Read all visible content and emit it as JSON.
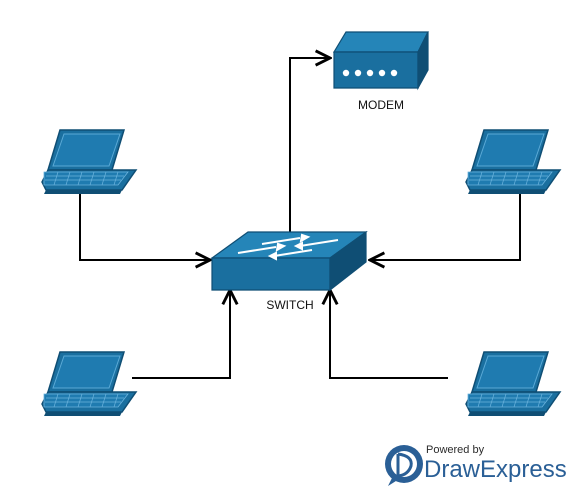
{
  "nodes": {
    "modem": {
      "label": "MODEM"
    },
    "switch": {
      "label": "SWITCH"
    }
  },
  "branding": {
    "powered_by": "Powered by",
    "name_part1": "Draw",
    "name_part2": "Express"
  },
  "colors": {
    "device_fill": "#1a6f9f",
    "device_top": "#2585b8",
    "device_dark": "#0f4e74",
    "line": "#000000",
    "brand_blue": "#2a5f96"
  }
}
